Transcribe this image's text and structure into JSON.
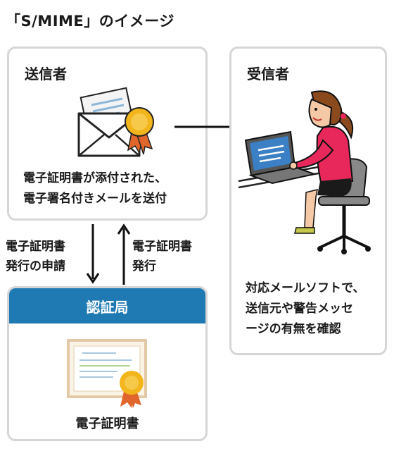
{
  "title": "「S/MIME」のイメージ",
  "sender": {
    "label": "送信者",
    "desc_line1": "電子証明書が添付された、",
    "desc_line2": "電子署名付きメールを送付"
  },
  "receiver": {
    "label": "受信者",
    "desc_line1": "対応メールソフトで、",
    "desc_line2": "送信元や警告メッセ",
    "desc_line3": "ージの有無を確認"
  },
  "request": {
    "line1": "電子証明書",
    "line2": "発行の申請"
  },
  "issue": {
    "line1": "電子証明書",
    "line2": "発行"
  },
  "ca": {
    "label": "認証局",
    "cert_label": "電子証明書"
  },
  "colors": {
    "ca_header": "#1f7ab4",
    "box_border": "#d6d6d6",
    "seal": "#f2b51b",
    "ribbon": "#e0662c",
    "shirt": "#e8285a"
  }
}
